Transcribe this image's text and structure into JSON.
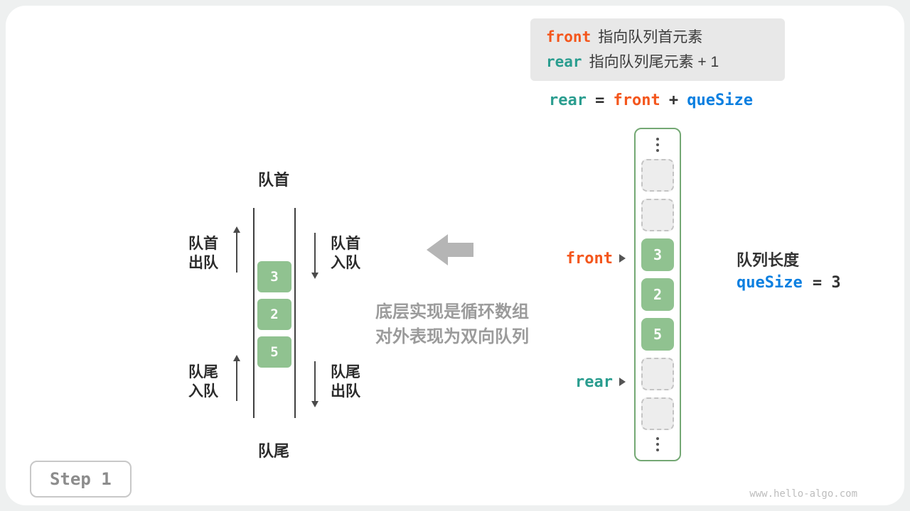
{
  "legend": {
    "line1_keyword": "front",
    "line1_text": "指向队列首元素",
    "line2_keyword": "rear",
    "line2_text": "指向队列尾元素 + 1"
  },
  "formula": {
    "rear": "rear",
    "eq": "=",
    "front": "front",
    "plus": "+",
    "quesize": "queSize"
  },
  "left_queue": {
    "top_label": "队首",
    "bottom_label": "队尾",
    "cells": [
      "3",
      "2",
      "5"
    ],
    "annotations": {
      "left_top_line1": "队首",
      "left_top_line2": "出队",
      "left_bottom_line1": "队尾",
      "left_bottom_line2": "入队",
      "right_top_line1": "队首",
      "right_top_line2": "入队",
      "right_bottom_line1": "队尾",
      "right_bottom_line2": "出队"
    }
  },
  "caption": {
    "line1": "底层实现是循环数组",
    "line2": "对外表现为双向队列"
  },
  "array": {
    "cells": [
      "3",
      "2",
      "5"
    ],
    "front_label": "front",
    "rear_label": "rear"
  },
  "queue_info": {
    "label": "队列长度",
    "var": "queSize",
    "eq_value": "= 3"
  },
  "step_badge": "Step 1",
  "watermark": "www.hello-algo.com",
  "colors": {
    "front_orange": "#f4561c",
    "rear_teal": "#2a9d8f",
    "quesize_blue": "#0a7fe0",
    "cell_green": "#90c290"
  }
}
